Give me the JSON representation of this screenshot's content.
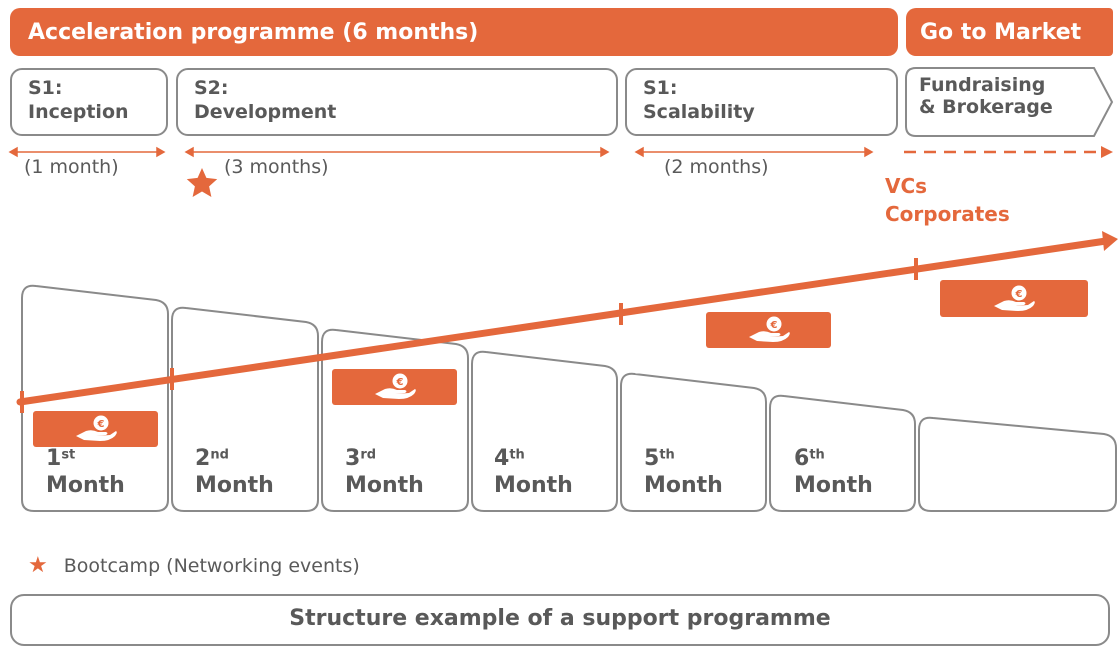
{
  "header": {
    "acceleration_label": "Acceleration programme (6 months)",
    "market_label": "Go to Market"
  },
  "stages": [
    {
      "line1": "S1:",
      "line2": "Inception",
      "duration": "(1 month)"
    },
    {
      "line1": "S2:",
      "line2": "Development",
      "duration": "(3 months)"
    },
    {
      "line1": "S1:",
      "line2": "Scalability",
      "duration": "(2 months)"
    },
    {
      "line1": "Fundraising",
      "line2": "& Brokerage"
    }
  ],
  "investors": {
    "line1": "VCs",
    "line2": "Corporates"
  },
  "months": [
    {
      "num": "1",
      "suffix": "st",
      "word": "Month"
    },
    {
      "num": "2",
      "suffix": "nd",
      "word": "Month"
    },
    {
      "num": "3",
      "suffix": "rd",
      "word": "Month"
    },
    {
      "num": "4",
      "suffix": "th",
      "word": "Month"
    },
    {
      "num": "5",
      "suffix": "th",
      "word": "Month"
    },
    {
      "num": "6",
      "suffix": "th",
      "word": "Month"
    }
  ],
  "legend": {
    "label": "Bootcamp (Networking events)",
    "icon": "star-icon"
  },
  "footer": {
    "caption": "Structure example of a support programme"
  },
  "colors": {
    "accent": "#e4683c",
    "outline": "#8a8a8a",
    "text": "#5a5a5a"
  }
}
